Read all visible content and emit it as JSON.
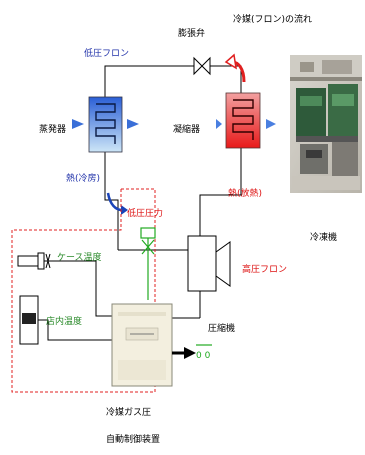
{
  "labels": {
    "title": "冷媒(フロン)の流れ",
    "expansion_valve": "膨張弁",
    "low_pressure_freon": "低圧フロン",
    "evaporator": "蒸発器",
    "condenser": "凝縮器",
    "heat_cooling": "熱(冷房)",
    "heat_release": "熱(放熱)",
    "low_pressure": "低圧圧力",
    "case_temp": "ケース温度",
    "refrigerator": "冷凍機",
    "high_pressure_freon": "高圧フロン",
    "store_temp": "店内温度",
    "compressor": "圧縮機",
    "controller_line1": "冷媒ガス圧",
    "controller_line2": "自動制御装置",
    "output_symbol": "0 0"
  },
  "colors": {
    "evaporator_gradient_top": "#2b5fd6",
    "evaporator_gradient_bottom": "#cde6f7",
    "condenser_gradient_top": "#f2a0a0",
    "condenser_gradient_bottom": "#e81a1a",
    "dashed_border": "#e02020",
    "sensor_green": "#22aa22",
    "blue_text": "#2233aa",
    "red_text": "#dd1111",
    "green_text": "#2a8a2a"
  }
}
